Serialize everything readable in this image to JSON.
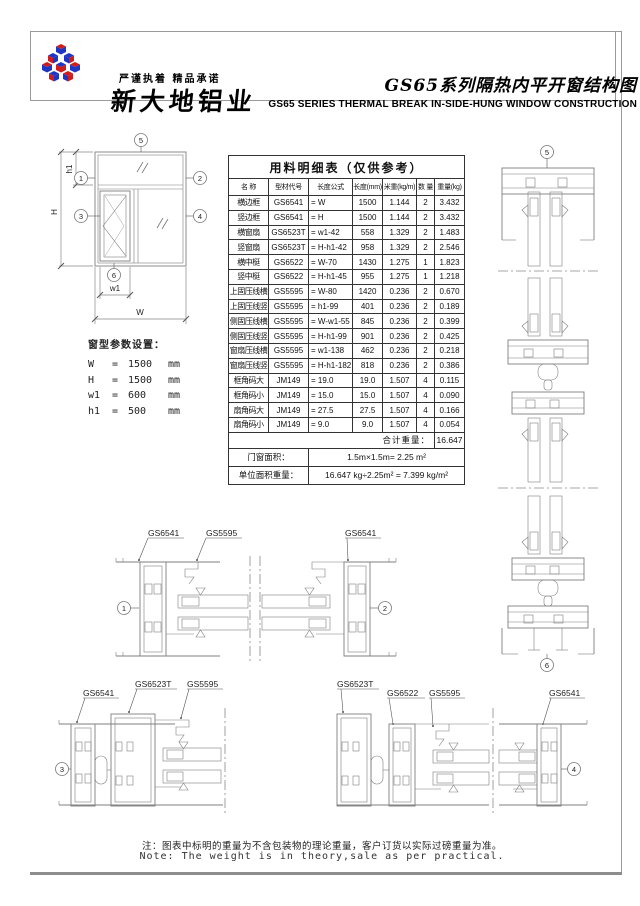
{
  "header": {
    "slogan": "严谨执着 精品承诺",
    "company": "新大地铝业",
    "title_cn": "GS65系列隔热内平开窗结构图",
    "title_en": "GS65 SERIES THERMAL BREAK IN-SIDE-HUNG WINDOW CONSTRUCTION"
  },
  "elevation": {
    "callouts": {
      "n1": "1",
      "n2": "2",
      "n3": "3",
      "n4": "4",
      "n5": "5",
      "n6": "6"
    },
    "dim_H": "H",
    "dim_h1": "h1",
    "dim_W": "W",
    "dim_w1": "w1"
  },
  "params": {
    "title": "窗型参数设置：",
    "items": [
      {
        "name": "W",
        "eq": "=",
        "value": "1500",
        "unit": "mm"
      },
      {
        "name": "H",
        "eq": "=",
        "value": "1500",
        "unit": "mm"
      },
      {
        "name": "w1",
        "eq": "=",
        "value": "600",
        "unit": "mm"
      },
      {
        "name": "h1",
        "eq": "=",
        "value": "500",
        "unit": "mm"
      }
    ]
  },
  "table": {
    "title": "用料明细表（仅供参考）",
    "headers": [
      "名 称",
      "型材代号",
      "长度公式",
      "长度(mm)",
      "米重(kg/m)",
      "数 量",
      "重量(kg)"
    ],
    "rows": [
      {
        "name": "横边框",
        "code": "GS6541",
        "formula": "= W",
        "length": "1500",
        "unit_weight": "1.144",
        "qty": "2",
        "weight": "3.432"
      },
      {
        "name": "竖边框",
        "code": "GS6541",
        "formula": "= H",
        "length": "1500",
        "unit_weight": "1.144",
        "qty": "2",
        "weight": "3.432"
      },
      {
        "name": "横窗扇",
        "code": "GS6523T",
        "formula": "= w1-42",
        "length": "558",
        "unit_weight": "1.329",
        "qty": "2",
        "weight": "1.483"
      },
      {
        "name": "竖窗扇",
        "code": "GS6523T",
        "formula": "= H-h1-42",
        "length": "958",
        "unit_weight": "1.329",
        "qty": "2",
        "weight": "2.546"
      },
      {
        "name": "横中梃",
        "code": "GS6522",
        "formula": "= W-70",
        "length": "1430",
        "unit_weight": "1.275",
        "qty": "1",
        "weight": "1.823"
      },
      {
        "name": "竖中梃",
        "code": "GS6522",
        "formula": "= H-h1-45",
        "length": "955",
        "unit_weight": "1.275",
        "qty": "1",
        "weight": "1.218"
      },
      {
        "name": "上固压线横",
        "code": "GS5595",
        "formula": "= W-80",
        "length": "1420",
        "unit_weight": "0.236",
        "qty": "2",
        "weight": "0.670"
      },
      {
        "name": "上固压线竖",
        "code": "GS5595",
        "formula": "= h1-99",
        "length": "401",
        "unit_weight": "0.236",
        "qty": "2",
        "weight": "0.189"
      },
      {
        "name": "侧固压线横",
        "code": "GS5595",
        "formula": "= W-w1-55",
        "length": "845",
        "unit_weight": "0.236",
        "qty": "2",
        "weight": "0.399"
      },
      {
        "name": "侧固压线竖",
        "code": "GS5595",
        "formula": "= H-h1-99",
        "length": "901",
        "unit_weight": "0.236",
        "qty": "2",
        "weight": "0.425"
      },
      {
        "name": "窗扇压线横",
        "code": "GS5595",
        "formula": "= w1-138",
        "length": "462",
        "unit_weight": "0.236",
        "qty": "2",
        "weight": "0.218"
      },
      {
        "name": "窗扇压线竖",
        "code": "GS5595",
        "formula": "= H-h1-182",
        "length": "818",
        "unit_weight": "0.236",
        "qty": "2",
        "weight": "0.386"
      },
      {
        "name": "框角码大",
        "code": "JM149",
        "formula": "= 19.0",
        "length": "19.0",
        "unit_weight": "1.507",
        "qty": "4",
        "weight": "0.115"
      },
      {
        "name": "框角码小",
        "code": "JM149",
        "formula": "= 15.0",
        "length": "15.0",
        "unit_weight": "1.507",
        "qty": "4",
        "weight": "0.090"
      },
      {
        "name": "扇角码大",
        "code": "JM149",
        "formula": "= 27.5",
        "length": "27.5",
        "unit_weight": "1.507",
        "qty": "4",
        "weight": "0.166"
      },
      {
        "name": "扇角码小",
        "code": "JM149",
        "formula": "= 9.0",
        "length": "9.0",
        "unit_weight": "1.507",
        "qty": "4",
        "weight": "0.054"
      }
    ],
    "total_label": "合计重量：",
    "total_value": "16.647",
    "area_label": "门窗面积：",
    "area_value": "1.5m×1.5m= 2.25 m²",
    "unit_area_label": "单位面积重量：",
    "unit_area_value": "16.647 kg÷2.25m² = 7.399 kg/m²"
  },
  "details": {
    "d12": {
      "label_frame_left": "GS6541",
      "label_bead": "GS5595",
      "label_frame_right": "GS6541"
    },
    "d34": {
      "label_frame_left": "GS6541",
      "label_sash_left": "GS6523T",
      "label_bead_left": "GS5595",
      "label_sash_right": "GS6523T",
      "label_mullion": "GS6522",
      "label_bead_right": "GS5595",
      "label_frame_right": "GS6541"
    }
  },
  "footer": {
    "note_cn": "注：图表中标明的重量为不含包装物的理论重量，客户订货以实际过磅重量为准。",
    "note_en": "Note: The weight is in theory,sale as per practical."
  }
}
